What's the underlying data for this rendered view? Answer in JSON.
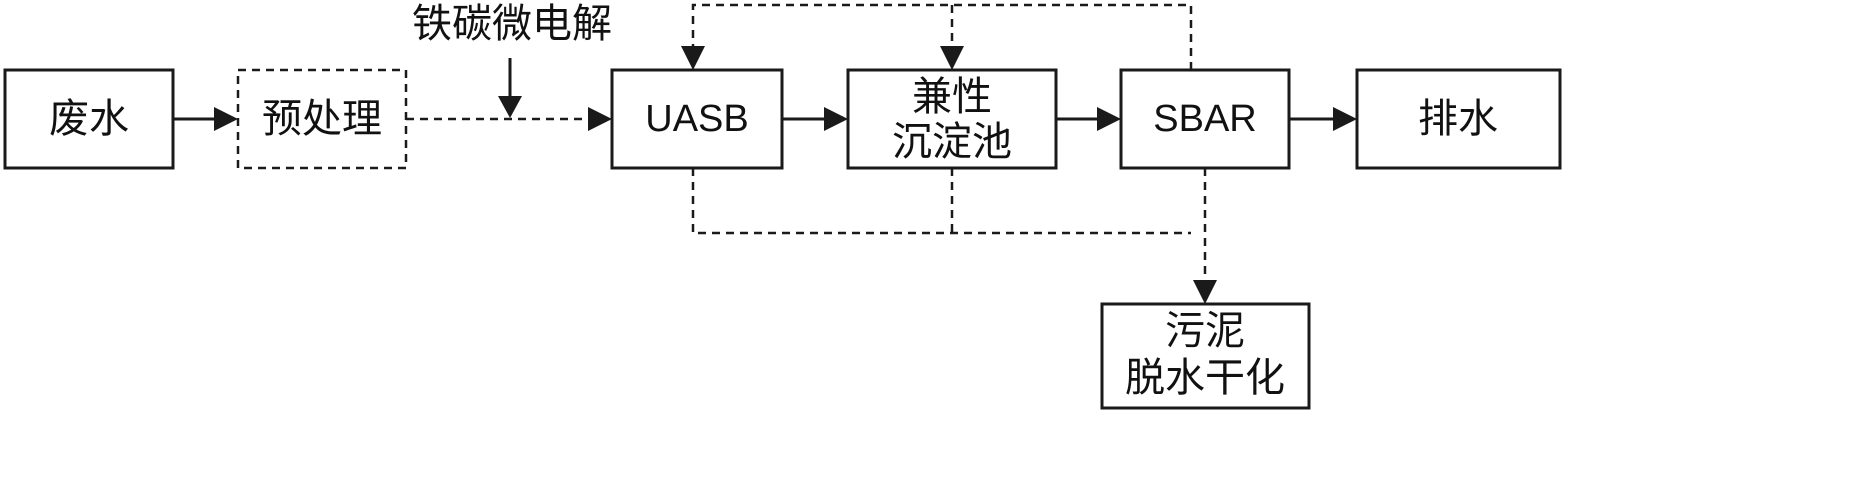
{
  "nodes": {
    "wastewater": "废水",
    "pretreatment": "预处理",
    "uasb": "UASB",
    "facultative_line1": "兼性",
    "facultative_line2": "沉淀池",
    "sbar": "SBAR",
    "discharge": "排水",
    "sludge_line1": "污泥",
    "sludge_line2": "脱水干化"
  },
  "annotations": {
    "iron_carbon": "铁碳微电解"
  },
  "colors": {
    "stroke": "#1a1a1a",
    "text": "#111111",
    "background": "#ffffff"
  }
}
